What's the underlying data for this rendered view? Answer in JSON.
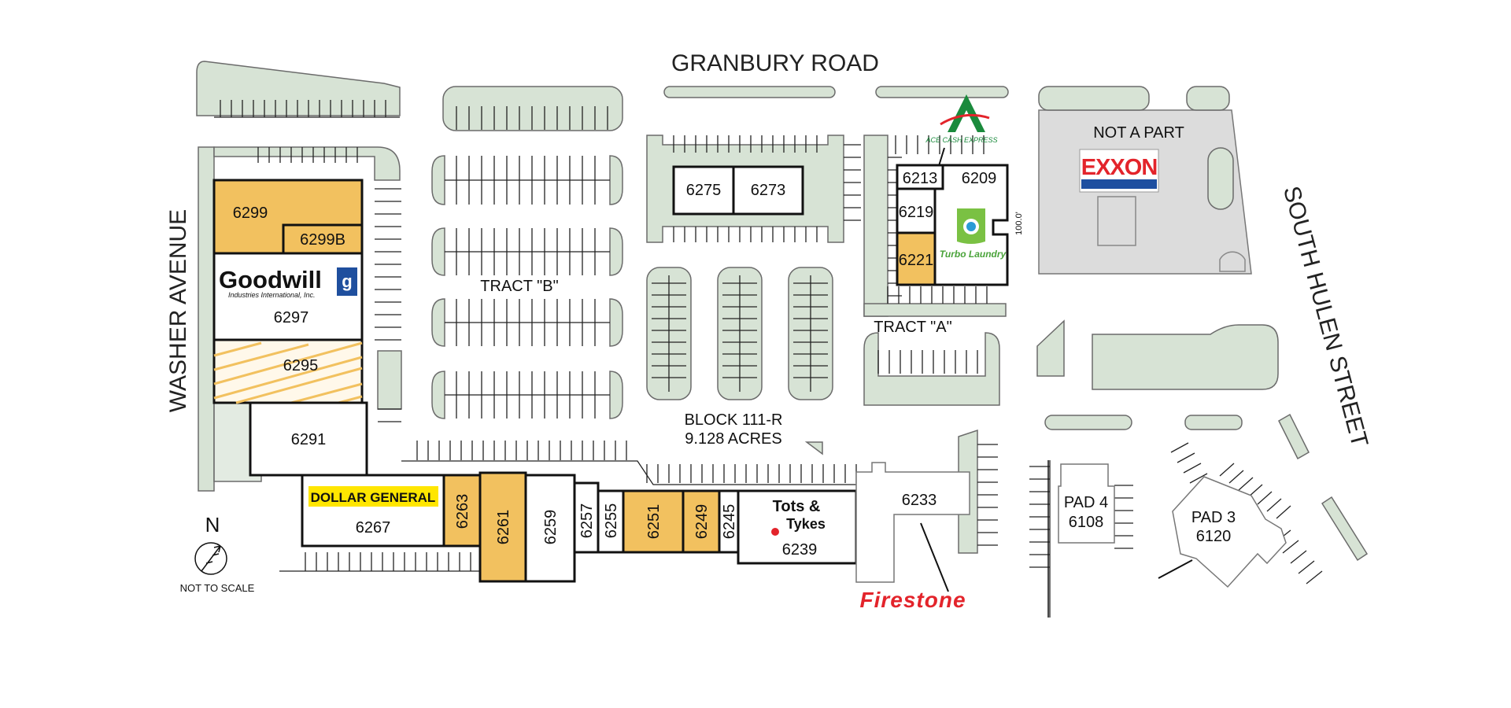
{
  "roads": {
    "north": "GRANBURY ROAD",
    "west": "WASHER AVENUE",
    "east": "SOUTH HULEN STREET"
  },
  "areas": {
    "tract_b": "TRACT \"B\"",
    "tract_a": "TRACT \"A\"",
    "block_line1": "BLOCK 111-R",
    "block_line2": "9.128 ACRES",
    "not_a_part": "NOT A PART",
    "dimension": "100.0'"
  },
  "compass": {
    "north": "N",
    "scale_note": "NOT TO SCALE"
  },
  "units": {
    "u6299": "6299",
    "u6299b": "6299B",
    "u6297": "6297",
    "u6295": "6295",
    "u6291": "6291",
    "u6267": "6267",
    "u6263": "6263",
    "u6261": "6261",
    "u6259": "6259",
    "u6257": "6257",
    "u6255": "6255",
    "u6251": "6251",
    "u6249": "6249",
    "u6245": "6245",
    "u6239": "6239",
    "u6233": "6233",
    "u6275": "6275",
    "u6273": "6273",
    "u6213": "6213",
    "u6209": "6209",
    "u6219": "6219",
    "u6221": "6221"
  },
  "pads": {
    "pad4_line1": "PAD 4",
    "pad4_line2": "6108",
    "pad3_line1": "PAD 3",
    "pad3_line2": "6120"
  },
  "tenants": {
    "goodwill": "Goodwill",
    "goodwill_sub": "Industries International, Inc.",
    "dollar_general": "DOLLAR GENERAL",
    "tots": "Tots &",
    "tots2": "Tykes",
    "turbo": "Turbo Laundry",
    "ace": "ACE CASH EXPRESS",
    "exxon": "EXXON",
    "firestone": "Firestone"
  },
  "legend": {
    "vacant_color": "#f2c15f",
    "landscape_color": "#d7e3d5"
  }
}
